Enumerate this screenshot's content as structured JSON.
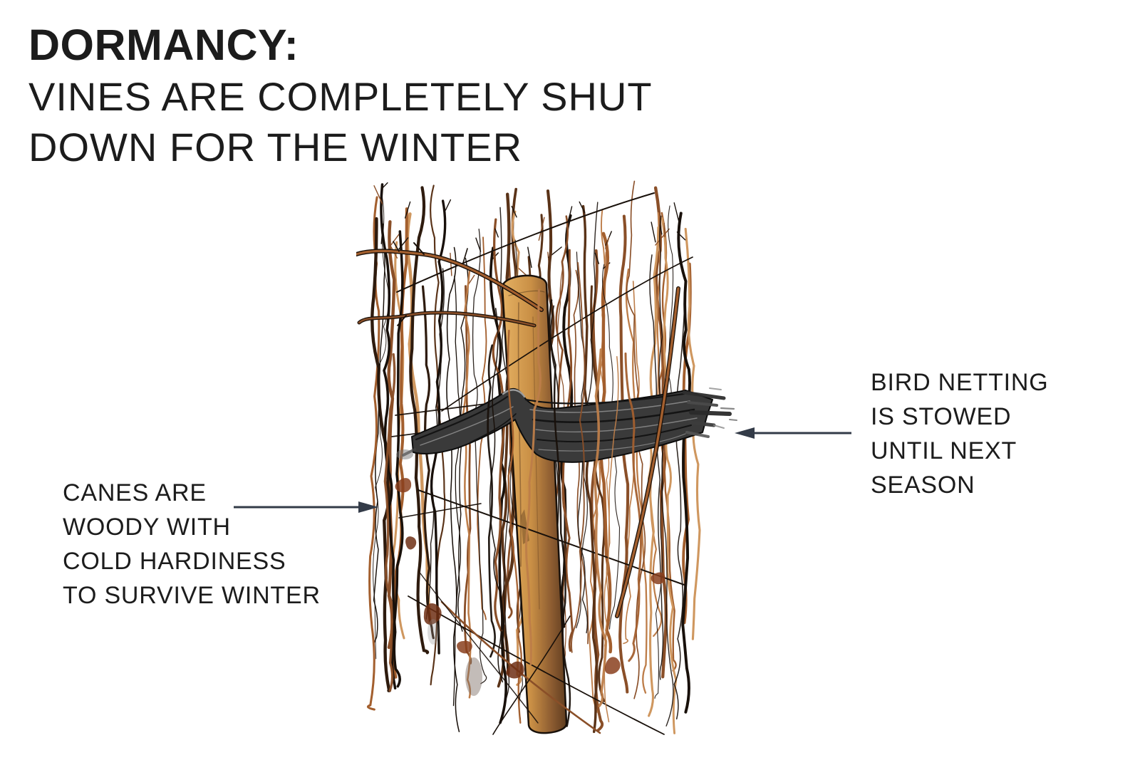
{
  "title": {
    "heading": "DORMANCY:",
    "subline1": "VINES ARE COMPLETELY SHUT",
    "subline2": "DOWN FOR THE WINTER"
  },
  "labels": {
    "canes": {
      "lines": [
        "CANES ARE",
        "WOODY WITH",
        "COLD HARDINESS",
        "TO SURVIVE WINTER"
      ]
    },
    "netting": {
      "lines": [
        "BIRD NETTING",
        "IS STOWED",
        "UNTIL NEXT",
        "SEASON"
      ]
    }
  },
  "colors": {
    "background": "#ffffff",
    "ink": "#1c1c1c",
    "arrow": "#333b48"
  },
  "illustration": {
    "subject": "dormant grapevine canes on trellis post with stowed bird netting",
    "palette": {
      "ink": "#18100a",
      "cane_dark": "#2e1b0e",
      "cane_brown": "#5a3318",
      "cane_mid": "#8a4f28",
      "cane_sienna": "#a35f2e",
      "cane_light": "#bd7d49",
      "cane_pale": "#cf975f",
      "leaf_rust": "#8a3f1d",
      "leaf_dark": "#6e2f14",
      "post_light": "#e5b163",
      "post_mid": "#c98f45",
      "post_shadow": "#8a5a30",
      "post_dark": "#5f3d1f",
      "netting_base": "#3a3a3a",
      "netting_dark": "#141414",
      "netting_light": "#8c8c8c",
      "smudge_gray": "#7b6a62"
    }
  }
}
